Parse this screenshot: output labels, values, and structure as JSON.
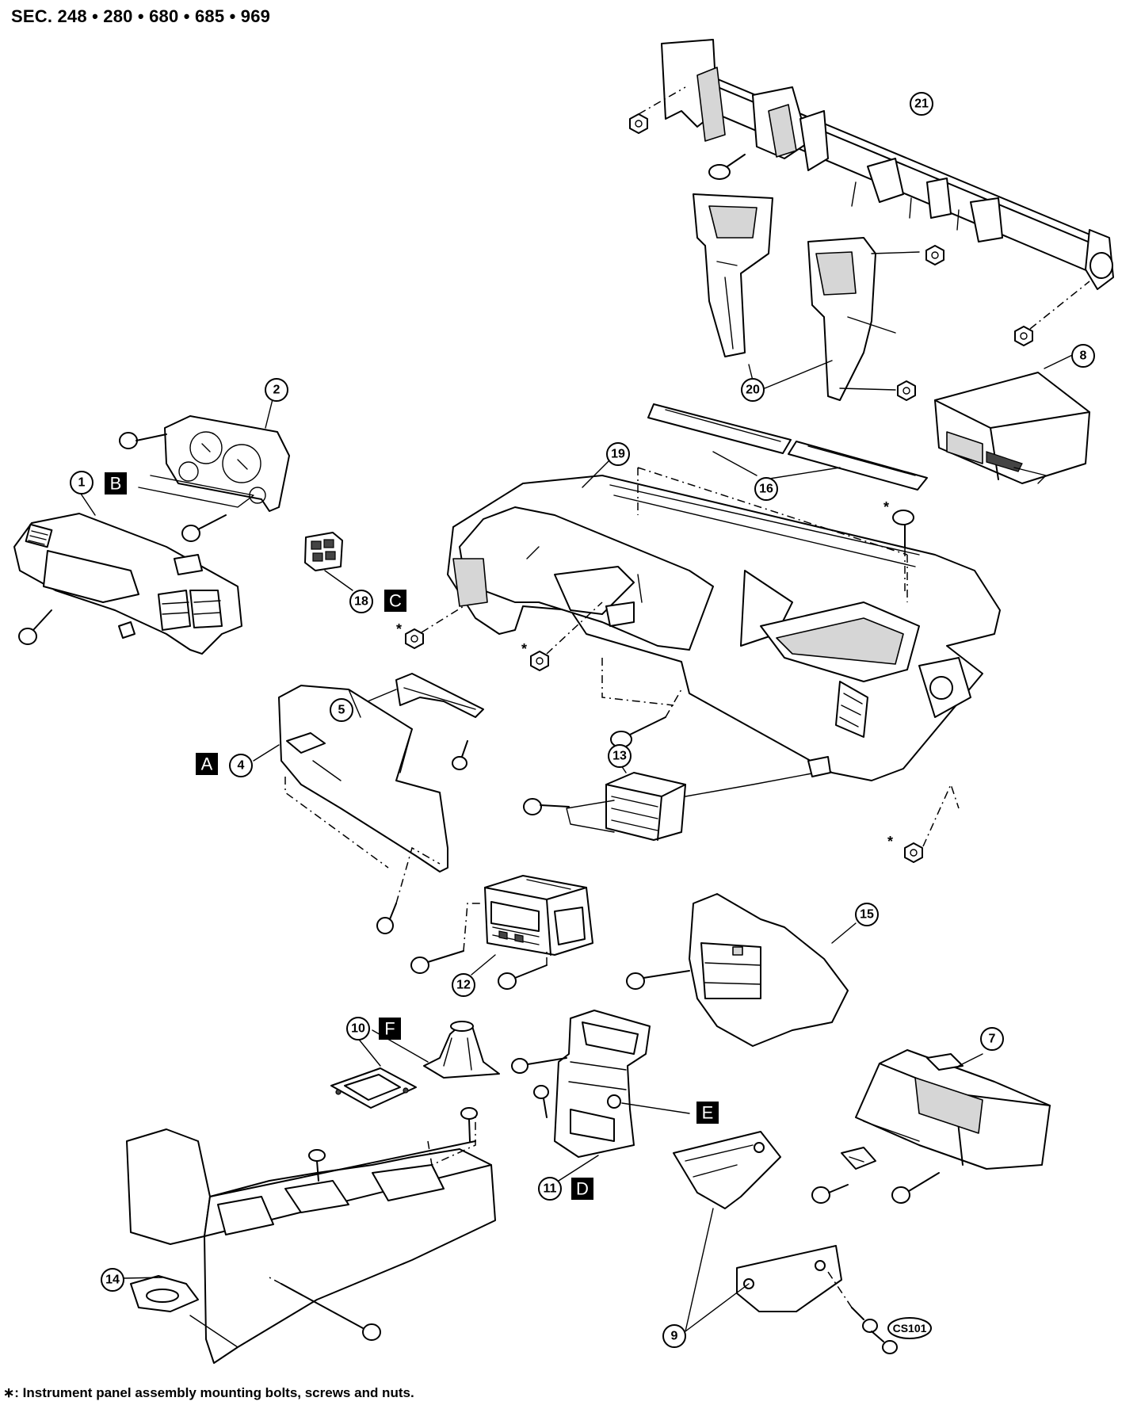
{
  "header": {
    "section_codes": "SEC. 248 • 280 • 680 • 685 • 969"
  },
  "footer": {
    "legend": "∗: Instrument panel assembly mounting bolts, screws and nuts."
  },
  "diagram": {
    "callouts": [
      "1",
      "2",
      "4",
      "5",
      "7",
      "8",
      "9",
      "10",
      "11",
      "12",
      "13",
      "14",
      "15",
      "16",
      "18",
      "19",
      "20",
      "21"
    ],
    "section_labels": [
      "A",
      "B",
      "C",
      "D",
      "E",
      "F"
    ],
    "mounting_marker": "*",
    "reference_tag": "CS101"
  }
}
